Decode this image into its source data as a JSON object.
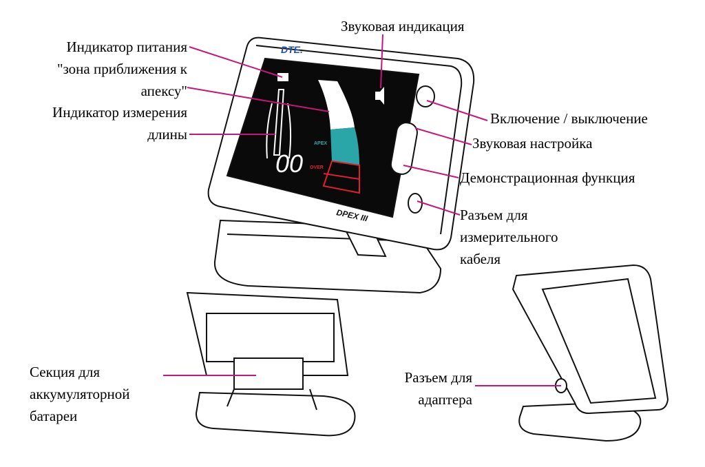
{
  "labels": {
    "sound_indication": "Звуковая индикация",
    "power_indicator": "Индикатор питания",
    "apex_zone_1": "\"зона приближения к",
    "apex_zone_2": "апексу\"",
    "length_indicator_1": "Индикатор измерения",
    "length_indicator_2": "длины",
    "power_toggle": "Включение / выключение",
    "sound_setting": "Звуковая настройка",
    "demo_function": "Демонстрационная функция",
    "cable_port_1": "Разъем для",
    "cable_port_2": "измерительного",
    "cable_port_3": "кабеля",
    "battery_1": "Секция для",
    "battery_2": "аккумуляторной",
    "battery_3": "батареи",
    "adapter_1": "Разъем для",
    "adapter_2": "адаптера"
  },
  "device": {
    "brand": "DTE.",
    "model": "DPEX III",
    "reading": "00",
    "apex_text": "APEX",
    "over_text": "OVER"
  },
  "colors": {
    "leader": "#c8157a",
    "teal": "#2ba6a8",
    "red": "#e0202a"
  }
}
